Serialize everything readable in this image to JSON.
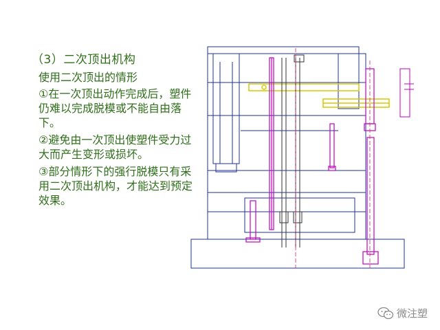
{
  "title": "（3）二次顶出机构",
  "subtitle": "使用二次顶出的情形",
  "points": [
    {
      "id": "p1",
      "text": "①在一次顶出动作完成后，塑件仍难以完成脱模或不能自由落下。"
    },
    {
      "id": "p2",
      "text": "②避免由一次顶出使塑件受力过大而产生变形或损坏。"
    },
    {
      "id": "p3",
      "text": "③部分情形下的强行脱模只有采用二次顶出机构，才能达到预定效果。"
    }
  ],
  "watermark": {
    "text": "微注塑",
    "icon": "wechat-icon"
  },
  "colors": {
    "text_green": "#2f6f1a",
    "outline_blue": "#1b2fa0",
    "pin_magenta": "#c000c0",
    "plate_yellow": "#d8c800",
    "centerline_red": "#e0206a"
  }
}
